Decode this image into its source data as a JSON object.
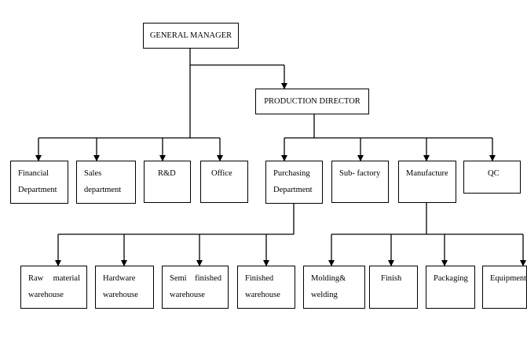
{
  "nodes": {
    "general_manager": "GENERAL MANAGER",
    "production_director": "PRODUCTION DIRECTOR",
    "financial": [
      "Financial",
      "Department"
    ],
    "sales": [
      "Sales",
      "department"
    ],
    "rd": "R&D",
    "office": "Office",
    "purchasing": [
      "Purchasing",
      "Department"
    ],
    "subfactory": "Sub- factory",
    "manufacture": "Manufacture",
    "qc": "QC",
    "raw_material": [
      "Raw",
      "material",
      "warehouse"
    ],
    "hardware": [
      "Hardware",
      "warehouse"
    ],
    "semi_finished": [
      "Semi",
      "finished",
      "warehouse"
    ],
    "finished": [
      "Finished",
      "warehouse"
    ],
    "molding": [
      "Molding&",
      "welding"
    ],
    "finish": "Finish",
    "packaging": "Packaging",
    "equipment": "Equipment"
  }
}
